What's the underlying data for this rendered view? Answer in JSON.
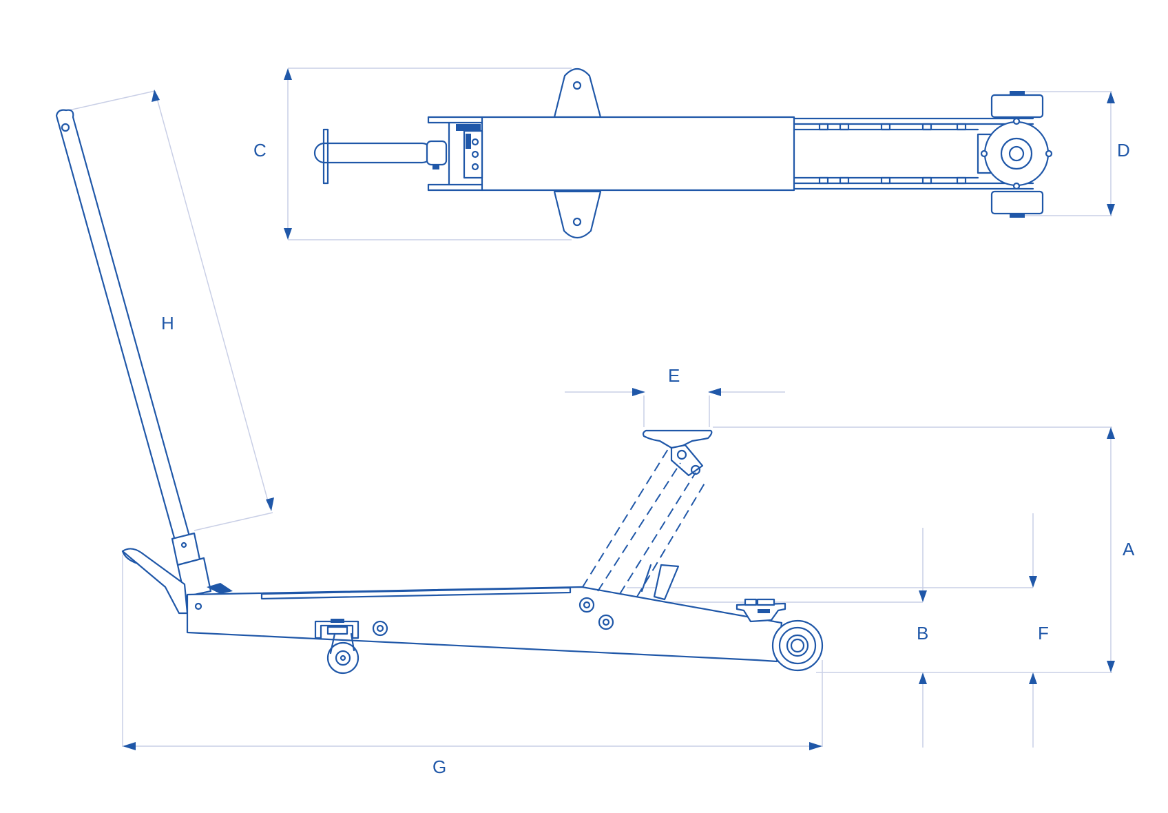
{
  "diagram": {
    "colors": {
      "line": "#1f57a8",
      "dimension": "#c9cfe6",
      "background": "#ffffff"
    },
    "labels": {
      "A": "A",
      "B": "B",
      "C": "C",
      "D": "D",
      "E": "E",
      "F": "F",
      "G": "G",
      "H": "H"
    }
  }
}
